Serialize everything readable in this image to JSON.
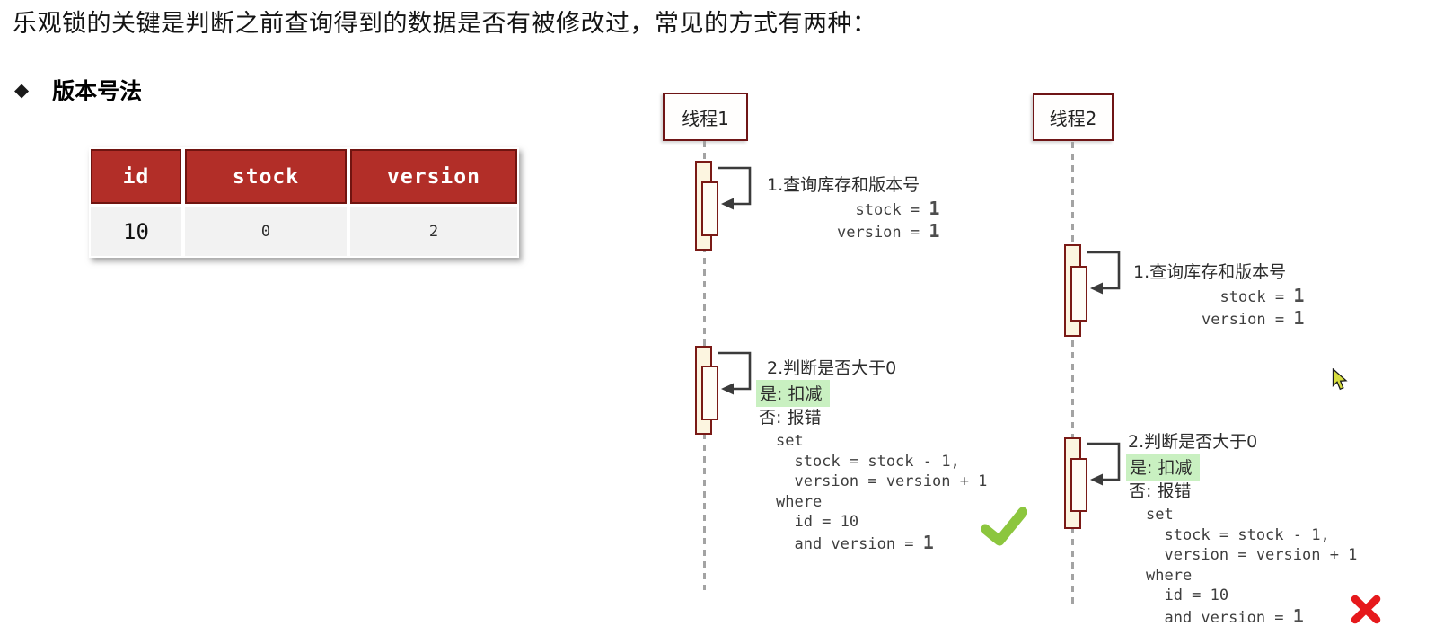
{
  "intro": "乐观锁的关键是判断之前查询得到的数据是否有被修改过，常见的方式有两种：",
  "section": {
    "bullet": "◆",
    "title": "版本号法"
  },
  "table": {
    "headers": [
      "id",
      "stock",
      "version"
    ],
    "row": [
      "10",
      "0",
      "2"
    ]
  },
  "thread1": {
    "label": "线程1",
    "step1": {
      "title": "1.查询库存和版本号",
      "stock_prefix": "  stock = ",
      "stock_value": "1",
      "version_prefix": "version = ",
      "version_value": "1"
    },
    "step2": {
      "title": "2.判断是否大于0",
      "yes": "是: 扣减",
      "no": "否: 报错",
      "sql_set": "set",
      "sql_stock": "  stock = stock - 1,",
      "sql_version": "  version = version + 1",
      "sql_where": "where",
      "sql_id": "  id = 10",
      "sql_and": "  and version = ",
      "sql_and_value": "1",
      "result": "success"
    }
  },
  "thread2": {
    "label": "线程2",
    "step1": {
      "title": "1.查询库存和版本号",
      "stock_prefix": "  stock = ",
      "stock_value": "1",
      "version_prefix": "version = ",
      "version_value": "1"
    },
    "step2": {
      "title": "2.判断是否大于0",
      "yes": "是: 扣减",
      "no": "否: 报错",
      "sql_set": "set",
      "sql_stock": "  stock = stock - 1,",
      "sql_version": "  version = version + 1",
      "sql_where": "where",
      "sql_id": "  id = 10",
      "sql_and": "  and version = ",
      "sql_and_value": "1",
      "result": "fail"
    }
  },
  "icons": {
    "check": {
      "name": "check-icon",
      "color": "#8cc63e"
    },
    "cross": {
      "name": "cross-icon",
      "color": "#e6191c"
    },
    "cursor": {
      "name": "cursor-icon",
      "fill": "#d7dd3f"
    }
  },
  "colors": {
    "table_header_red": "#b22e28",
    "table_border_maroon": "#701410",
    "diagram_border_maroon": "#7a1a16",
    "activation_fill_cream": "#fcf5e0",
    "highlight_green": "#c9f0c1"
  }
}
